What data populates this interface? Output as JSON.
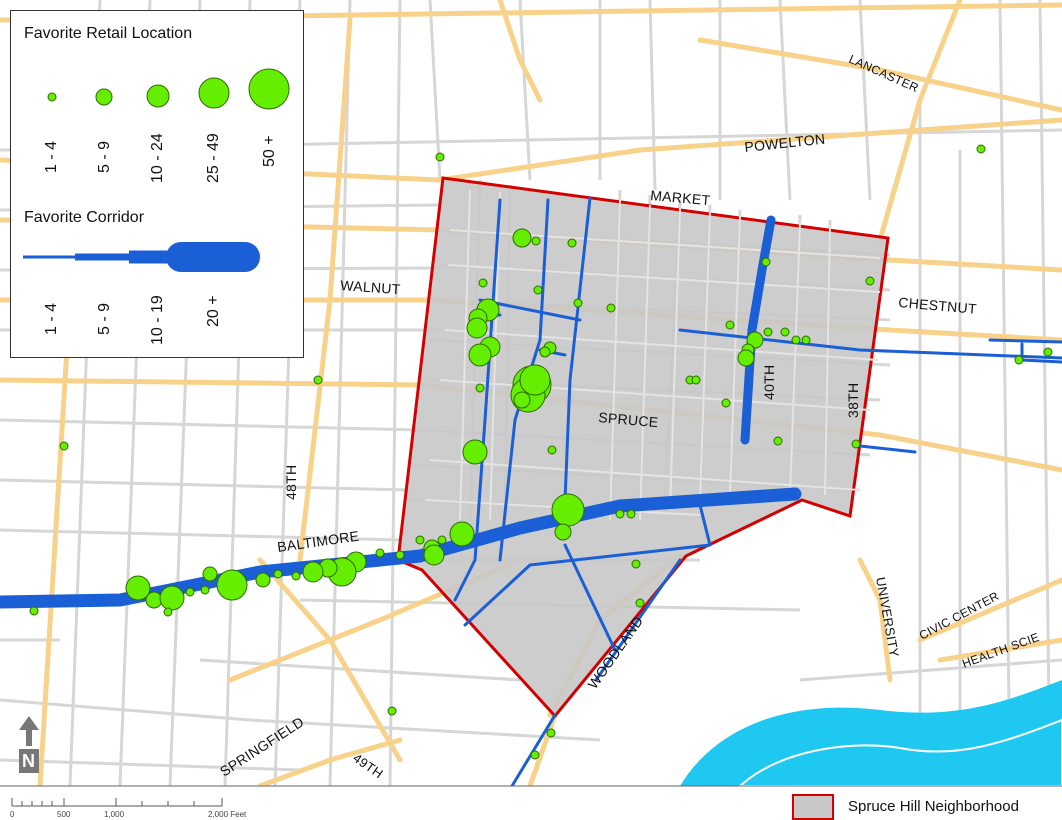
{
  "map": {
    "legend": {
      "retail_title": "Favorite Retail Location",
      "retail_classes": [
        "1 - 4",
        "5 - 9",
        "10 - 24",
        "25 - 49",
        "50 +"
      ],
      "corridor_title": "Favorite Corridor",
      "corridor_classes": [
        "1 - 4",
        "5 - 9",
        "10 - 19",
        "20 +"
      ]
    },
    "streets": {
      "market": "MARKET",
      "powelton": "POWELTON",
      "lancaster": "LANCASTER",
      "walnut": "WALNUT",
      "chestnut": "CHESTNUT",
      "spruce": "SPRUCE",
      "s40th": "40TH",
      "s38th": "38TH",
      "s48th": "48TH",
      "baltimore": "BALTIMORE",
      "woodland": "WOODLAND",
      "university": "UNIVERSITY",
      "civic_center": "CIVIC CENTER",
      "health_sciences": "HEALTH SCIE",
      "springfield": "SPRINGFIELD",
      "s49th": "49TH"
    },
    "scale_bar": {
      "ticks": [
        "0",
        "500",
        "1,000",
        "2,000 Feet"
      ]
    },
    "neighborhood_key": "Spruce Hill Neighborhood",
    "north_arrow": "N",
    "colors": {
      "neighborhood_fill": "#c8c8c8",
      "neighborhood_outline": "#d40000",
      "major_road": "#f8d28a",
      "minor_road": "#d6d6d6",
      "corridor": "#1b5fd6",
      "retail_point": "#66ee00",
      "water": "#1ec8f0"
    }
  }
}
